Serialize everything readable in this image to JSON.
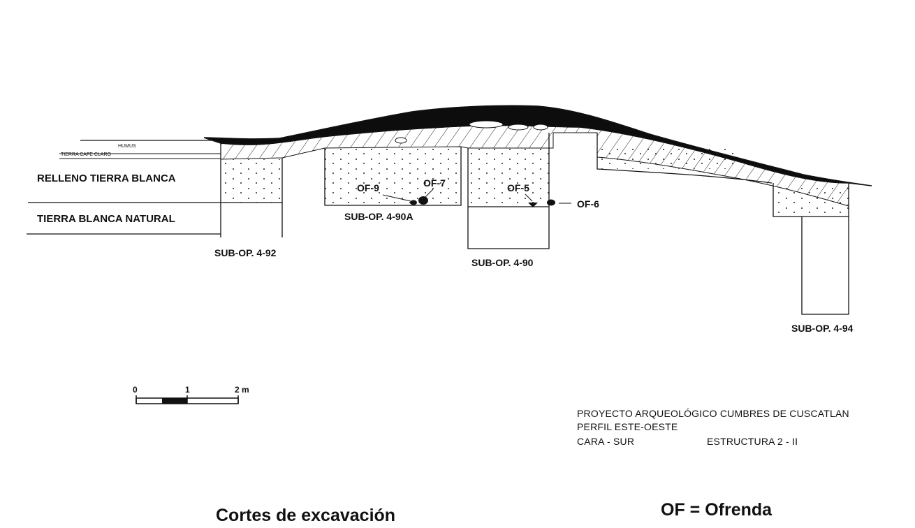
{
  "layers": {
    "humus": "HUMUS",
    "tierra_cafe": "TIERRA CAFE CLARO",
    "relleno": "RELLENO TIERRA BLANCA",
    "natural": "TIERRA BLANCA NATURAL"
  },
  "units": {
    "u492": "SUB-OP.  4-92",
    "u490a": "SUB-OP.  4-90A",
    "u490": "SUB-OP.  4-90",
    "u494": "SUB-OP. 4-94"
  },
  "offerings": {
    "of9": "OF-9",
    "of7": "OF-7",
    "of5": "OF-5",
    "of6": "OF-6"
  },
  "scale": {
    "t0": "0",
    "t1": "1",
    "t2": "2 m"
  },
  "project": {
    "line1": "PROYECTO ARQUEOLÓGICO CUMBRES DE CUSCATLAN",
    "line2": "PERFIL    ESTE-OESTE",
    "line3a": "CARA - SUR",
    "line3b": "ESTRUCTURA  2 - II"
  },
  "captions": {
    "left": "Cortes de excavación",
    "right": "OF = Ofrenda"
  }
}
